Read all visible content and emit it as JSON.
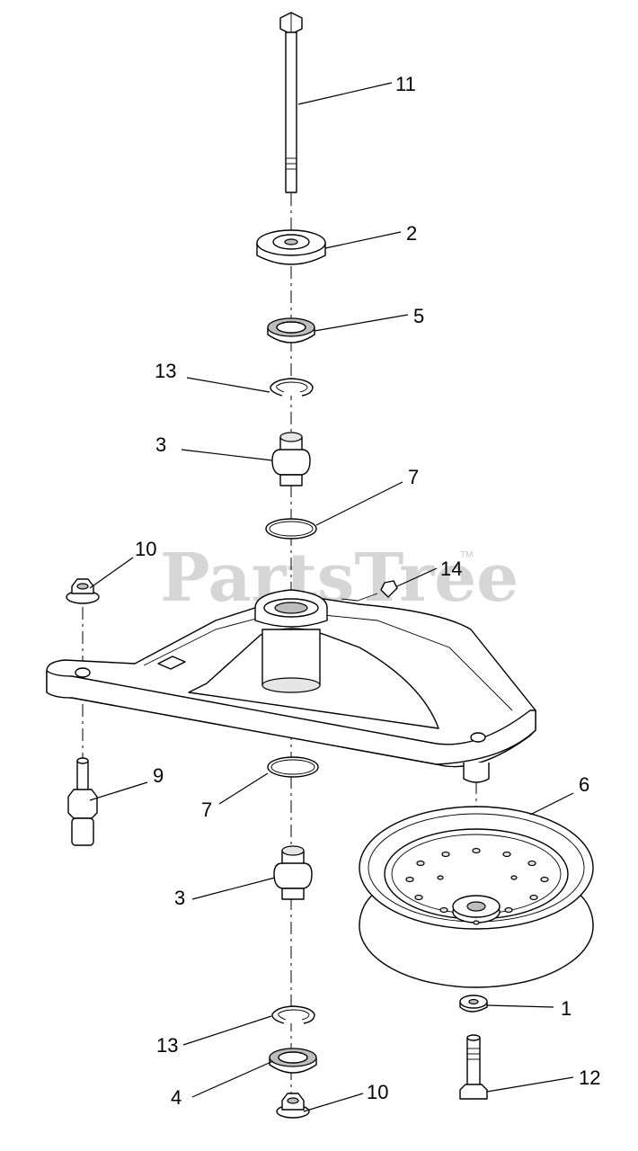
{
  "watermark": {
    "text": "PartsTree",
    "tm": "TM"
  },
  "callouts": {
    "c1": "1",
    "c2": "2",
    "c3a": "3",
    "c3b": "3",
    "c4": "4",
    "c5": "5",
    "c6": "6",
    "c7a": "7",
    "c7b": "7",
    "c9": "9",
    "c10a": "10",
    "c10b": "10",
    "c11": "11",
    "c12": "12",
    "c13a": "13",
    "c13b": "13",
    "c14": "14"
  }
}
